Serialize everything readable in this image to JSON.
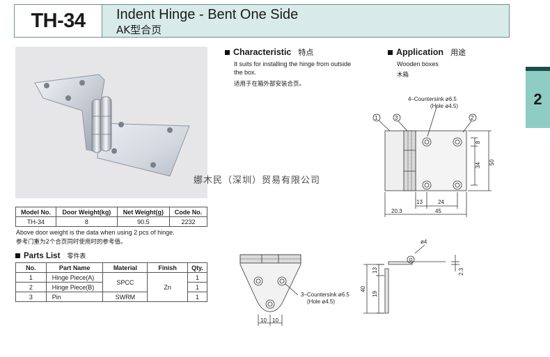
{
  "header": {
    "model": "TH-34",
    "title": "Indent Hinge - Bent One Side",
    "subtitle": "AK型合页"
  },
  "side_tab": {
    "number": "2"
  },
  "watermark": "娜木民（深圳）贸易有限公司",
  "characteristic": {
    "heading": "Characteristic",
    "heading_cn": "特点",
    "text_line1": "It suits for installing the hinge from outside",
    "text_line2": "the box.",
    "text_cn": "适用于在箱外部安装合页。"
  },
  "application": {
    "heading": "Application",
    "heading_cn": "用途",
    "text": "Wooden boxes",
    "text_cn": "木箱"
  },
  "spec_table": {
    "headers": [
      "Model No.",
      "Door Weight(kg)",
      "Net Weight(g)",
      "Code No."
    ],
    "row": [
      "TH-34",
      "8",
      "90.5",
      "2232"
    ]
  },
  "notes": {
    "line1": "Above door weight is the data when using 2 pcs of hinge.",
    "line2": "参考门重为2个合页同时使用时的参考值。"
  },
  "parts_list": {
    "heading": "Parts List",
    "heading_cn": "零件表",
    "headers": [
      "No.",
      "Part Name",
      "Material",
      "Finish",
      "Qty."
    ],
    "rows": [
      {
        "no": "1",
        "name": "Hinge Piece(A)",
        "qty": "1"
      },
      {
        "no": "2",
        "name": "Hinge Piece(B)",
        "qty": "1"
      },
      {
        "no": "3",
        "name": "Pin",
        "qty": "1"
      }
    ],
    "material_spcc": "SPCC",
    "material_swrm": "SWRM",
    "finish": "Zn"
  },
  "drawing_labels": {
    "countersink_top": "4–Countersink ø6.5",
    "hole_top": "(Hole ø4.5)",
    "callout1": "1",
    "callout2": "2",
    "callout3": "3",
    "dim_8": "8",
    "dim_34": "34",
    "dim_50": "50",
    "dim_13": "13",
    "dim_24": "24",
    "dim_20_3": "20.3",
    "dim_45": "45",
    "dim_phi4": "ø4",
    "dim_13b": "13",
    "dim_40": "40",
    "dim_19": "19",
    "dim_2_3": "2.3",
    "countersink_bottom": "3–Countersink ø6.5",
    "hole_bottom": "(Hole ø4.5)",
    "dim_10a": "10",
    "dim_10b": "10"
  },
  "colors": {
    "header_bg": "#d8ebe8",
    "tab_bg": "#8fcdc4",
    "tab_stripe": "#1b4e47"
  }
}
